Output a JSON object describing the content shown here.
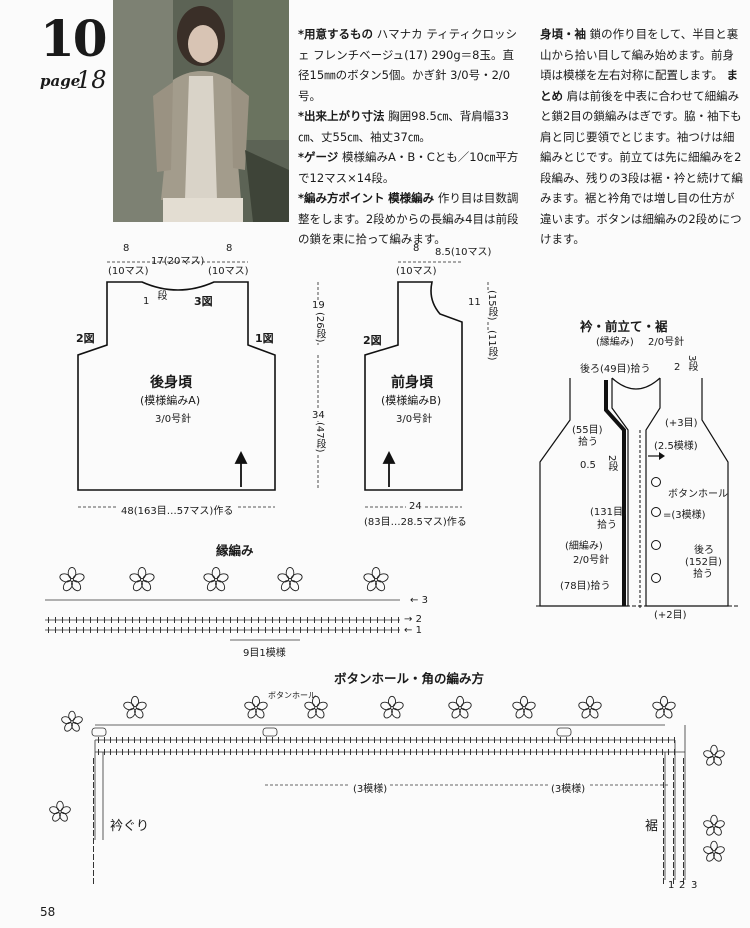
{
  "header": {
    "pattern_no": "10",
    "page_label": "page",
    "page_ref": "18"
  },
  "photo": {
    "description_icon": "model-photo"
  },
  "materials": {
    "title": "*用意するもの",
    "text": "ハマナカ ティティクロッシェ フレンチベージュ(17) 290g＝8玉。直径15㎜のボタン5個。かぎ針 3/0号・2/0号。"
  },
  "finished_size": {
    "title": "*出来上がり寸法",
    "text": "胸囲98.5㎝、背肩幅33㎝、丈55㎝、袖丈37㎝。"
  },
  "gauge": {
    "title": "*ゲージ",
    "text": "模様編みA・B・Cとも／10㎝平方で12マス×14段。"
  },
  "knitting_points": {
    "title": "*編み方ポイント",
    "subtitle": "模様編み",
    "text": "作り目は目数調整をします。2段めからの長編み4目は前段の鎖を束に拾って編みます。"
  },
  "body_sleeve": {
    "title": "身頃・袖",
    "text": "鎖の作り目をして、半目と裏山から拾い目して編み始めます。前身頃は模様を左右対称に配置します。"
  },
  "finishing": {
    "title": "まとめ",
    "text": "肩は前後を中表に合わせて細編みと鎖2目の鎖編みはぎです。脇・袖下も肩と同じ要領でとじます。袖つけは細編みとじです。前立ては先に細編みを2段編み、残りの3段は裾・衿と続けて編みます。裾と衿角では増し目の仕方が違います。ボタンは細編みの2段めにつけます。"
  },
  "back_diagram": {
    "name": "後身頃",
    "pattern": "(模様編みA)",
    "needle": "3/0号針",
    "top_left": "8",
    "top_left_sub": "(10マス)",
    "top_mid": "17(20マス)",
    "top_right": "8",
    "top_right_sub": "(10マス)",
    "neck_rows": "1",
    "neck_rows_unit": "段",
    "neck_fig": "3図",
    "left_fig": "2図",
    "right_fig": "1図",
    "bottom": "48(163目…57マス)作る",
    "armhole": "19",
    "armhole_rows": "(26",
    "armhole_unit": "段)",
    "lower": "34",
    "lower_rows": "(47",
    "lower_unit": "段)"
  },
  "front_diagram": {
    "name": "前身頃",
    "pattern": "(模様編みB)",
    "needle": "3/0号針",
    "top_left": "8",
    "top_left_sub": "(10マス)",
    "top_right": "8.5(10マス)",
    "left_fig": "2図",
    "neck": "11",
    "neck_rows1": "(15",
    "neck_unit1": "段)",
    "neck_rows2": "(11",
    "neck_unit2": "段)",
    "bottom": "24",
    "bottom_sub": "(83目…28.5マス)作る"
  },
  "band_diagram": {
    "title": "衿・前立て・裾",
    "subtitle": "(縁編み)",
    "needle": "2/0号針",
    "back_pickup": "後ろ(49目)拾う",
    "rows3": "2",
    "rows3_sub": "3",
    "rows3_unit": "段",
    "plus3": "(+3目)",
    "pick55": "(55目)",
    "pick55_sub": "拾う",
    "pattern25": "(2.5模様)",
    "rows05": "0.5",
    "rows05_sub": "2",
    "rows05_unit": "段",
    "buttonhole": "ボタンホール",
    "pattern3": "=(3模様)",
    "pick131": "(131目)",
    "pick131_sub": "拾う",
    "single": "(細編み)",
    "single_needle": "2/0号針",
    "back152": "後ろ",
    "back152_sub": "(152目)",
    "back152_sub2": "拾う",
    "pick78": "(78目)拾う",
    "plus2": "(+2目)"
  },
  "edge_chart": {
    "title": "縁編み",
    "repeat": "9目1模様",
    "row_labels": [
      "3",
      "2",
      "1"
    ]
  },
  "corner_chart": {
    "title": "ボタンホール・角の編み方",
    "buttonhole": "ボタンホール",
    "repeat_left": "(3模様)",
    "repeat_right": "(3模様)",
    "neckline": "衿ぐり",
    "hem": "裾",
    "row_labels": [
      "1",
      "2",
      "3"
    ]
  },
  "footer": {
    "page_number": "58"
  }
}
